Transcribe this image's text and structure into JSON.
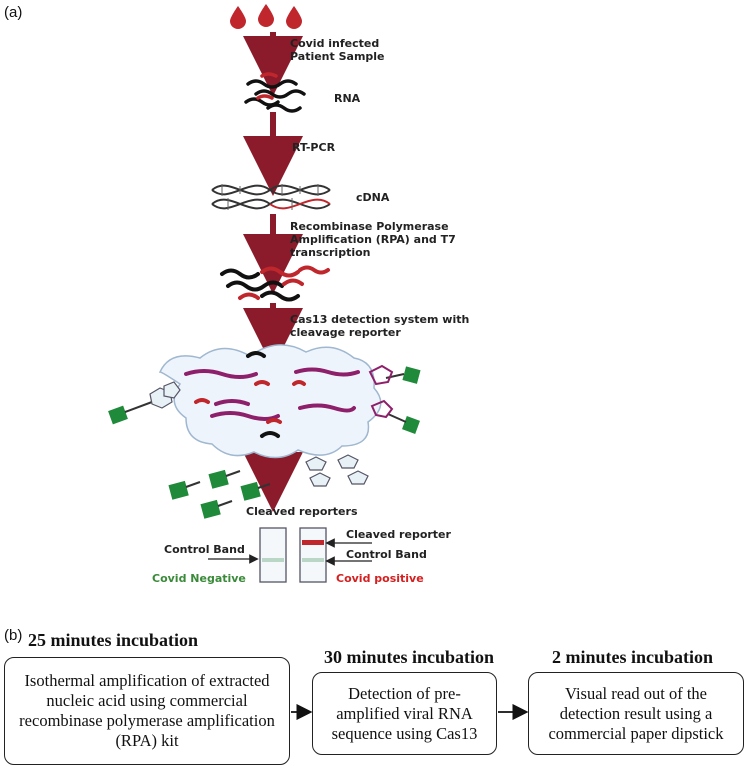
{
  "panel_a": {
    "label": "(a)",
    "steps": {
      "sample": [
        "Covid infected",
        "Patient Sample"
      ],
      "rna": "RNA",
      "rtpcr": "RT-PCR",
      "cdna": "cDNA",
      "rpa": [
        "Recombinase Polymerase",
        "Amplification  (RPA) and T7",
        "transcription"
      ],
      "cas13": [
        "Cas13 detection system with",
        "cleavage reporter"
      ],
      "cleaved": "Cleaved reporters"
    },
    "strips": {
      "control_band_left": "Control Band",
      "cleaved_reporter": "Cleaved reporter",
      "control_band_right": "Control Band",
      "negative": "Covid Negative",
      "positive": "Covid positive"
    },
    "colors": {
      "arrow": "#8b1a2a",
      "blood": "#c0272d",
      "negative": "#3a8a3a",
      "positive": "#d42020",
      "reporter": "#1f8a3a"
    }
  },
  "panel_b": {
    "label": "(b)",
    "steps": [
      {
        "heading": "25 minutes incubation",
        "text": "Isothermal amplification of extracted nucleic acid using commercial recombinase polymerase amplification (RPA) kit"
      },
      {
        "heading": "30 minutes incubation",
        "text": "Detection of pre-amplified viral RNA sequence using Cas13"
      },
      {
        "heading": "2 minutes incubation",
        "text": "Visual read out of the detection result using a commercial paper dipstick"
      }
    ]
  }
}
